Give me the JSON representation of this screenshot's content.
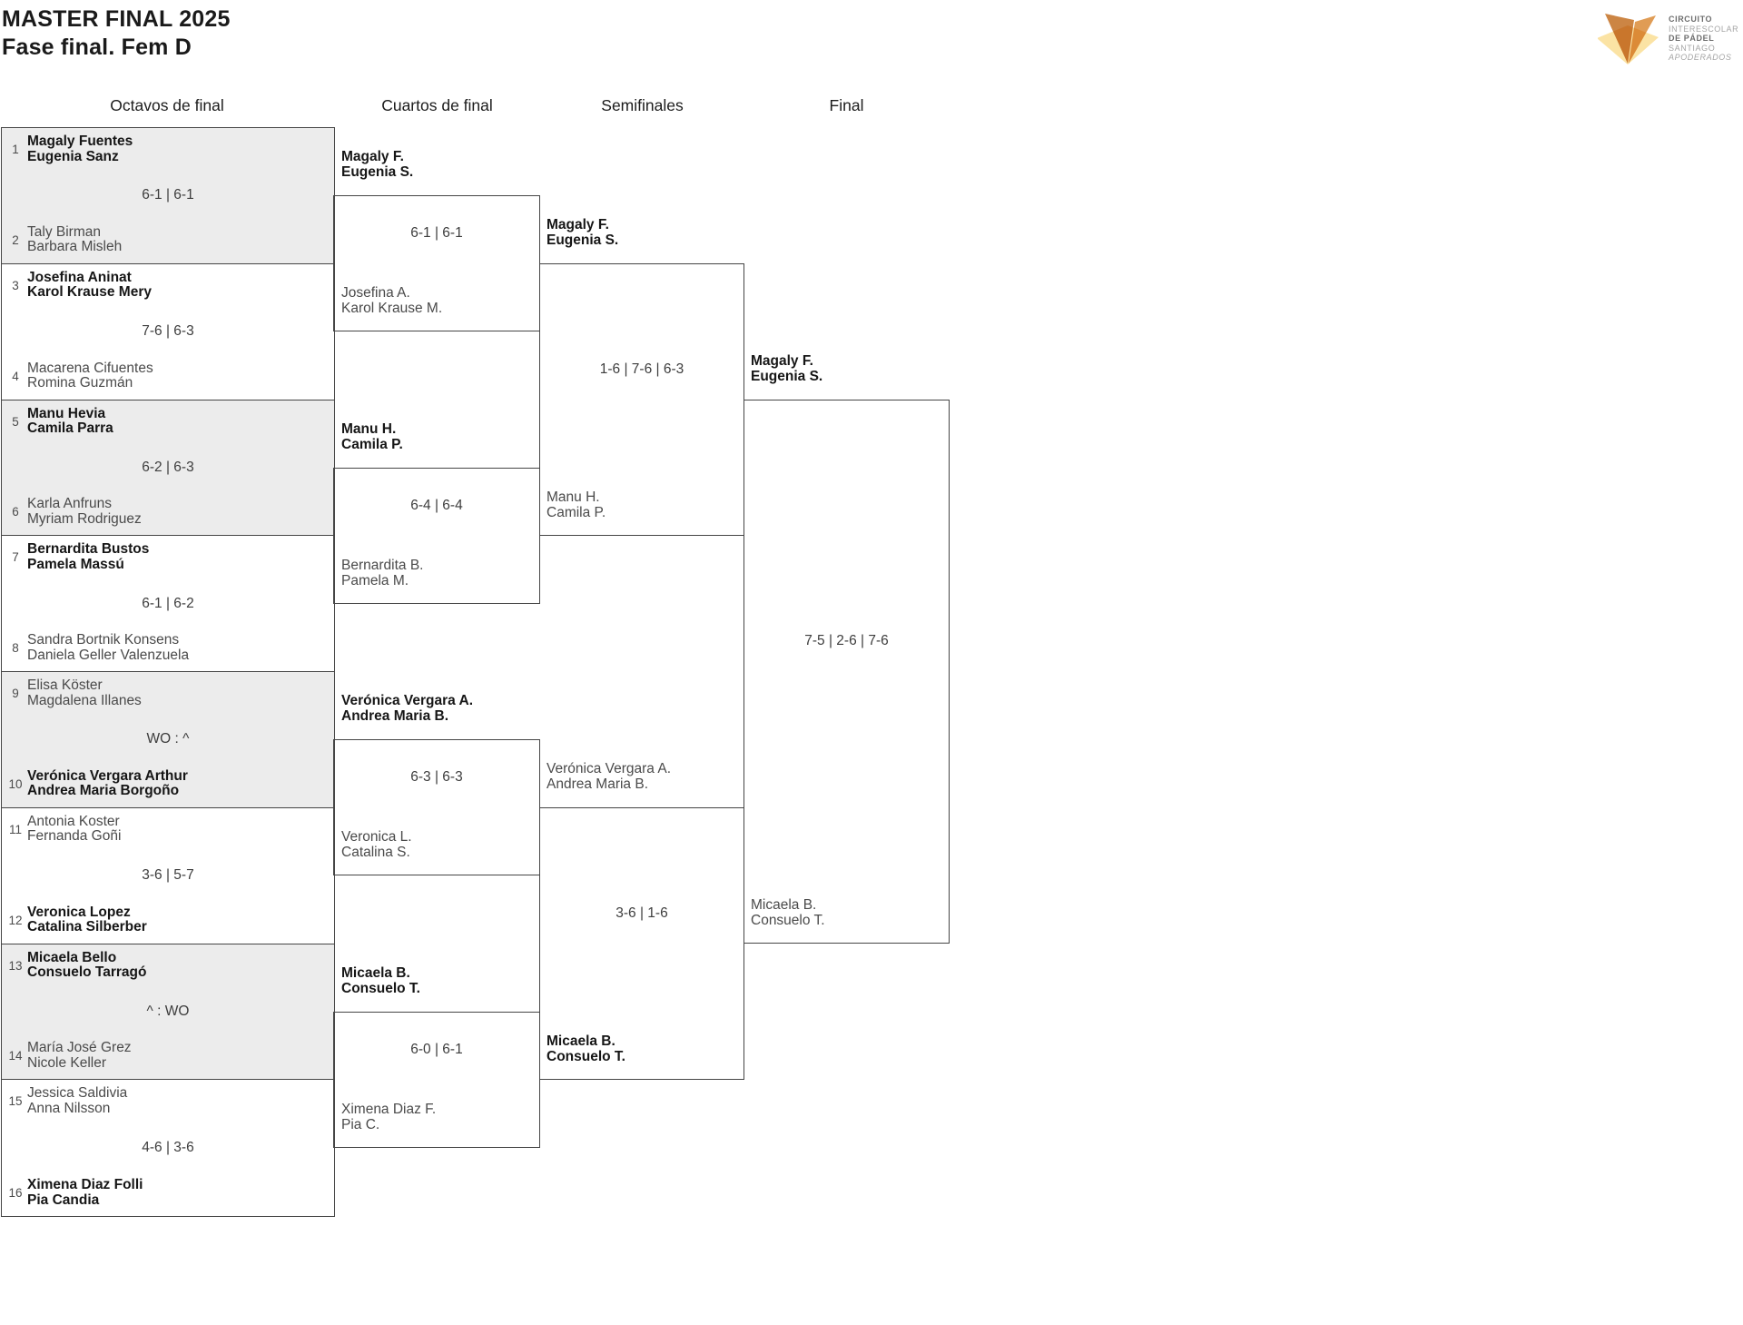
{
  "title": {
    "line1": "MASTER FINAL 2025",
    "line2": "Fase final. Fem D"
  },
  "headers": [
    "Octavos de final",
    "Cuartos de final",
    "Semifinales",
    "Final"
  ],
  "octavos": [
    {
      "seed_top": "1",
      "top": [
        "Magaly Fuentes",
        "Eugenia Sanz"
      ],
      "top_style": "win",
      "score": "6-1 | 6-1",
      "seed_bottom": "2",
      "bottom": [
        "Taly Birman",
        "Barbara Misleh"
      ],
      "bottom_style": "lose"
    },
    {
      "seed_top": "3",
      "top": [
        "Josefina Aninat",
        "Karol Krause Mery"
      ],
      "top_style": "win",
      "score": "7-6 | 6-3",
      "seed_bottom": "4",
      "bottom": [
        "Macarena Cifuentes",
        "Romina Guzmán"
      ],
      "bottom_style": "lose"
    },
    {
      "seed_top": "5",
      "top": [
        "Manu Hevia",
        "Camila Parra"
      ],
      "top_style": "win",
      "score": "6-2 | 6-3",
      "seed_bottom": "6",
      "bottom": [
        "Karla Anfruns",
        "Myriam Rodriguez"
      ],
      "bottom_style": "lose"
    },
    {
      "seed_top": "7",
      "top": [
        "Bernardita Bustos",
        "Pamela Massú"
      ],
      "top_style": "win",
      "score": "6-1 | 6-2",
      "seed_bottom": "8",
      "bottom": [
        "Sandra Bortnik Konsens",
        "Daniela Geller Valenzuela"
      ],
      "bottom_style": "lose"
    },
    {
      "seed_top": "9",
      "top": [
        "Elisa Köster",
        "Magdalena Illanes"
      ],
      "top_style": "lose",
      "score": "WO : ^",
      "seed_bottom": "10",
      "bottom": [
        "Verónica Vergara Arthur",
        "Andrea Maria Borgoño"
      ],
      "bottom_style": "win"
    },
    {
      "seed_top": "11",
      "top": [
        "Antonia Koster",
        "Fernanda Goñi"
      ],
      "top_style": "lose",
      "score": "3-6 | 5-7",
      "seed_bottom": "12",
      "bottom": [
        "Veronica Lopez",
        "Catalina Silberber"
      ],
      "bottom_style": "win"
    },
    {
      "seed_top": "13",
      "top": [
        "Micaela Bello",
        "Consuelo Tarragó"
      ],
      "top_style": "win",
      "score": "^ : WO",
      "seed_bottom": "14",
      "bottom": [
        "María José Grez",
        "Nicole Keller"
      ],
      "bottom_style": "lose"
    },
    {
      "seed_top": "15",
      "top": [
        "Jessica Saldivia",
        "Anna Nilsson"
      ],
      "top_style": "lose",
      "score": "4-6 | 3-6",
      "seed_bottom": "16",
      "bottom": [
        "Ximena Diaz Folli",
        "Pia Candia"
      ],
      "bottom_style": "win"
    }
  ],
  "cuartos": [
    {
      "top": [
        "Magaly F.",
        "Eugenia S."
      ],
      "top_style": "win",
      "score": "6-1 | 6-1",
      "bottom": [
        "Josefina A.",
        "Karol Krause M."
      ],
      "bottom_style": "lose"
    },
    {
      "top": [
        "Manu H.",
        "Camila P."
      ],
      "top_style": "win",
      "score": "6-4 | 6-4",
      "bottom": [
        "Bernardita B.",
        "Pamela M."
      ],
      "bottom_style": "lose"
    },
    {
      "top": [
        "Verónica Vergara A.",
        "Andrea Maria B."
      ],
      "top_style": "win",
      "score": "6-3 | 6-3",
      "bottom": [
        "Veronica L.",
        "Catalina S."
      ],
      "bottom_style": "lose"
    },
    {
      "top": [
        "Micaela B.",
        "Consuelo T."
      ],
      "top_style": "win",
      "score": "6-0 | 6-1",
      "bottom": [
        "Ximena Diaz F.",
        "Pia C."
      ],
      "bottom_style": "lose"
    }
  ],
  "semis": [
    {
      "top": [
        "Magaly F.",
        "Eugenia S."
      ],
      "top_style": "win",
      "score": "1-6 | 7-6 | 6-3",
      "bottom": [
        "Manu H.",
        "Camila P."
      ],
      "bottom_style": "lose"
    },
    {
      "top": [
        "Verónica Vergara A.",
        "Andrea Maria B."
      ],
      "top_style": "lose",
      "score": "3-6 | 1-6",
      "bottom": [
        "Micaela B.",
        "Consuelo T."
      ],
      "bottom_style": "win"
    }
  ],
  "final": {
    "top": [
      "Magaly F.",
      "Eugenia S."
    ],
    "top_style": "win",
    "score": "7-5 | 2-6 | 7-6",
    "bottom": [
      "Micaela B.",
      "Consuelo T."
    ],
    "bottom_style": "lose"
  },
  "logo": {
    "lines": [
      "CIRCUITO",
      "INTERESCOLAR",
      "DE PÁDEL",
      "SANTIAGO",
      "APODERADOS"
    ]
  },
  "colors": {
    "brand_orange_dark": "#cc8544",
    "brand_orange": "#e09c55",
    "brand_sand": "#fbe3a4",
    "shaded_block": "#ececec",
    "border": "#454545"
  }
}
